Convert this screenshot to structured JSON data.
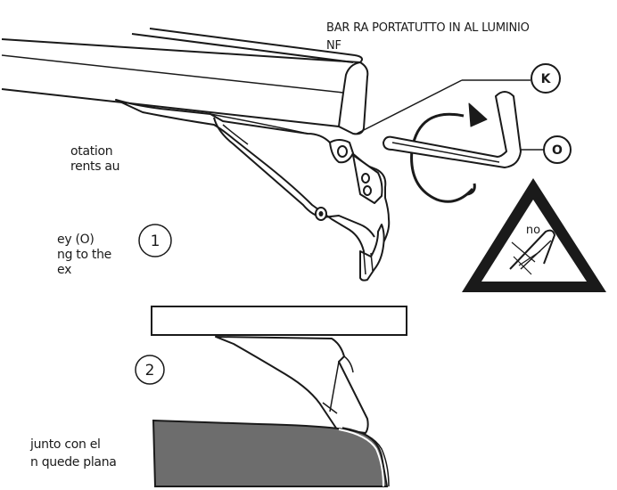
{
  "header": {
    "line1": "BAR RA PORTATUTTO IN AL LUMINIO",
    "line2": "NF"
  },
  "callouts": {
    "k": "K",
    "o": "O"
  },
  "steps": {
    "one": "1",
    "two": "2"
  },
  "warning": {
    "text": "no"
  },
  "side_text": {
    "block1": [
      "otation",
      "rents au"
    ],
    "block2": [
      "ey (O)",
      "ng to the",
      "ex"
    ],
    "block3": [
      "junto con el",
      "n quede plana"
    ]
  },
  "colors": {
    "ink": "#1a1a1a",
    "pad_fill": "#6d6d6d",
    "white": "#ffffff"
  }
}
